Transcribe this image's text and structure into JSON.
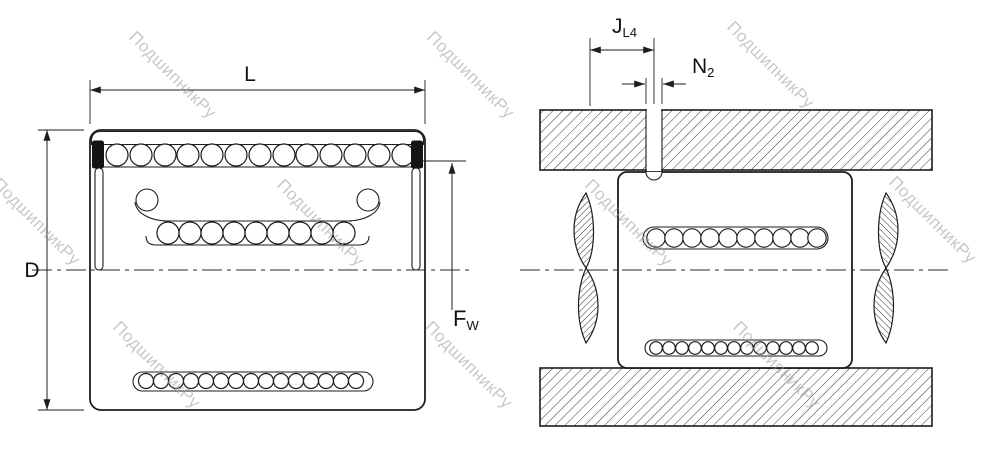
{
  "watermark": {
    "text": "ПодшипникРу",
    "color": "#9b9b9b"
  },
  "left_view": {
    "dims": {
      "L": "L",
      "D": "D",
      "F": "F",
      "F_sub": "W"
    }
  },
  "right_view": {
    "dims": {
      "J": "J",
      "J_sub": "L4",
      "N": "N",
      "N_sub": "2"
    }
  }
}
